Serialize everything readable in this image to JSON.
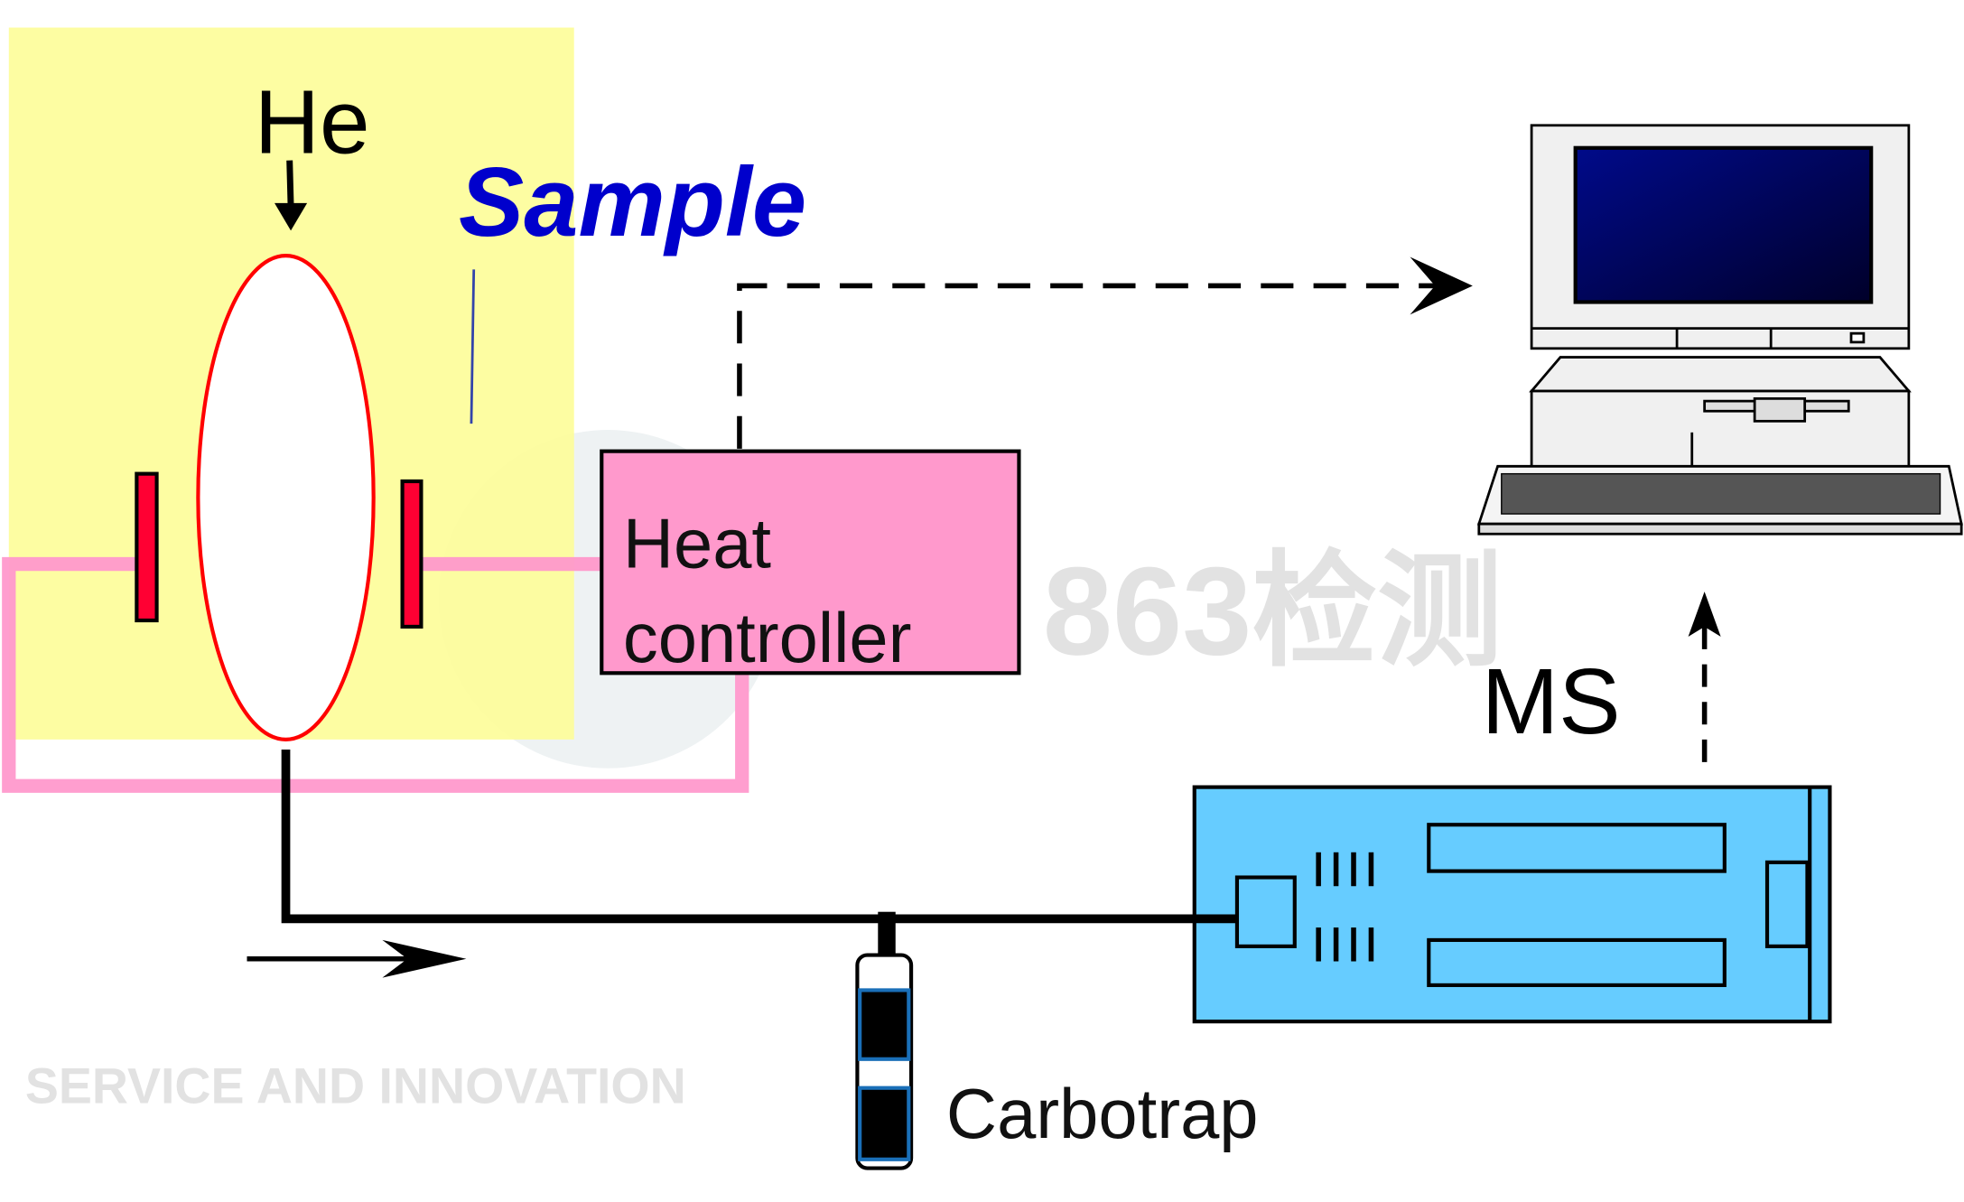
{
  "labels": {
    "he": "He",
    "sample": "Sample",
    "heat_controller_line1": "Heat",
    "heat_controller_line2": "controller",
    "ms": "MS",
    "carbotrap": "Carbotrap"
  },
  "watermark": {
    "main": "863检测",
    "sub": "SERVICE AND INNOVATION"
  },
  "colors": {
    "chamber": "#fdfd9a",
    "heater": "#ff99cc",
    "ms_unit": "#66ccff",
    "sample_text": "#0000cc",
    "sample_vessel": "#ff0000"
  }
}
